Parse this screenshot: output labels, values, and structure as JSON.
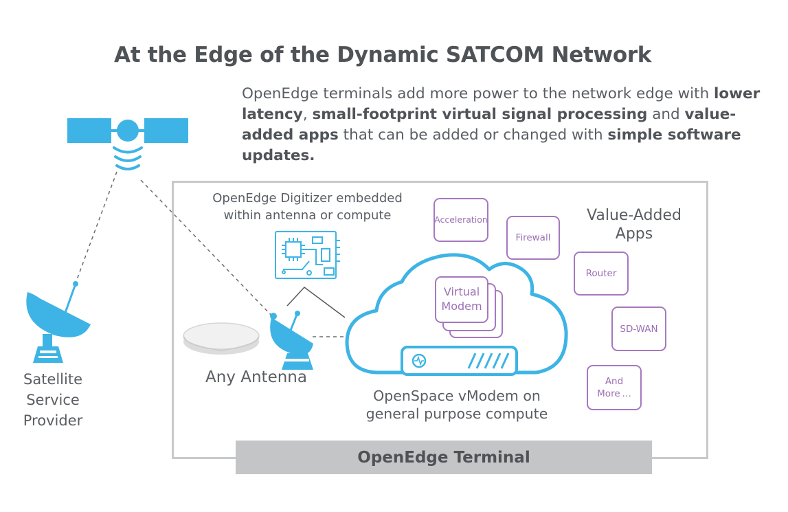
{
  "title": "At the Edge of the Dynamic SATCOM Network",
  "intro": {
    "t1": "OpenEdge terminals add more power to the network edge with ",
    "b1": "lower latency",
    "t2": ", ",
    "b2": "small-footprint virtual signal processing",
    "t3": " and ",
    "b3": "value-added apps",
    "t4": " that can be added or changed with ",
    "b4": "simple software updates."
  },
  "digitizer_label": {
    "line1": "OpenEdge Digitizer embedded",
    "line2": "within antenna or compute"
  },
  "apps_title": {
    "line1": "Value-Added",
    "line2": "Apps"
  },
  "apps": {
    "acceleration": "Acceleration",
    "firewall": "Firewall",
    "router": "Router",
    "sdwan": "SD-WAN",
    "and_more": {
      "line1": "And",
      "line2": "More …"
    }
  },
  "virtual_modem": {
    "line1": "Virtual",
    "line2": "Modem"
  },
  "antenna_label": "Any Antenna",
  "vmodem_label": {
    "line1": "OpenSpace vModem on",
    "line2": "general purpose compute"
  },
  "provider_label": {
    "line1": "Satellite",
    "line2": "Service",
    "line3": "Provider"
  },
  "terminal_label": "OpenEdge Terminal",
  "colors": {
    "accent_blue": "#3db4e5",
    "app_purple": "#a578bf",
    "frame_gray": "#c8c9cb",
    "bar_gray": "#c4c5c7",
    "text_gray": "#555a60"
  }
}
